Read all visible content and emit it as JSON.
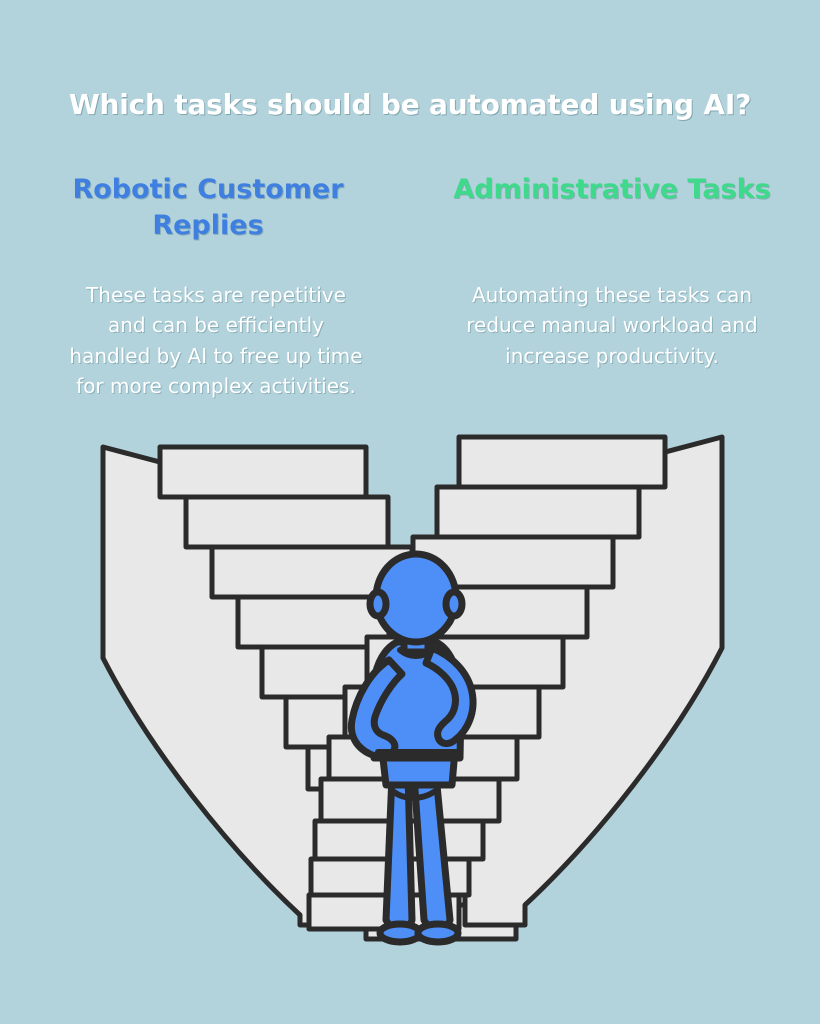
{
  "poster": {
    "background_color": "#b3d3dc",
    "title": "Which tasks should be automated using AI?"
  },
  "columns": [
    {
      "id": "robotic-customer-replies",
      "heading": "Robotic Customer Replies",
      "heading_color": "#3f7fe0",
      "body": "These tasks are repetitive and can be efficiently handled by AI to free up time for more complex activities."
    },
    {
      "id": "administrative-tasks",
      "heading": "Administrative Tasks",
      "heading_color": "#3ed98a",
      "body": "Automating these tasks can reduce manual workload and increase productivity."
    }
  ],
  "illustration": {
    "name": "person-at-v-shaped-double-staircase",
    "description": "A person seen from behind, one hand scratching their head and one hand on their hip, standing at the bottom of two mirrored staircases that rise away to the left and right, forming a V shape.",
    "step_fill": "#e8e8e8",
    "step_side_fill": "#f2f2f2",
    "outline_color": "#2b2b2b",
    "figure_color": "#4d8ef7",
    "steps_per_side": 12
  }
}
